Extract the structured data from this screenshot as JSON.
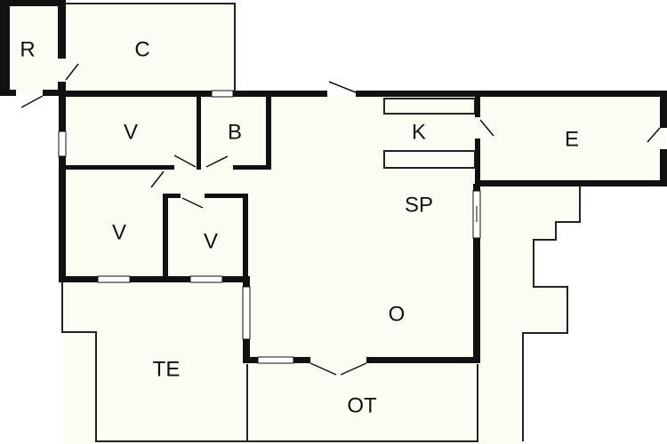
{
  "colors": {
    "floor": "#fcfcf4",
    "wall": "#111111",
    "thin_line": "#222222",
    "window": "#ffffff",
    "background": "#ffffff"
  },
  "rooms": {
    "r": "R",
    "c": "C",
    "v_top": "V",
    "b": "B",
    "k": "K",
    "e": "E",
    "sp": "SP",
    "v_mid_left": "V",
    "v_mid_small": "V",
    "o": "O",
    "te": "TE",
    "ot": "OT"
  }
}
